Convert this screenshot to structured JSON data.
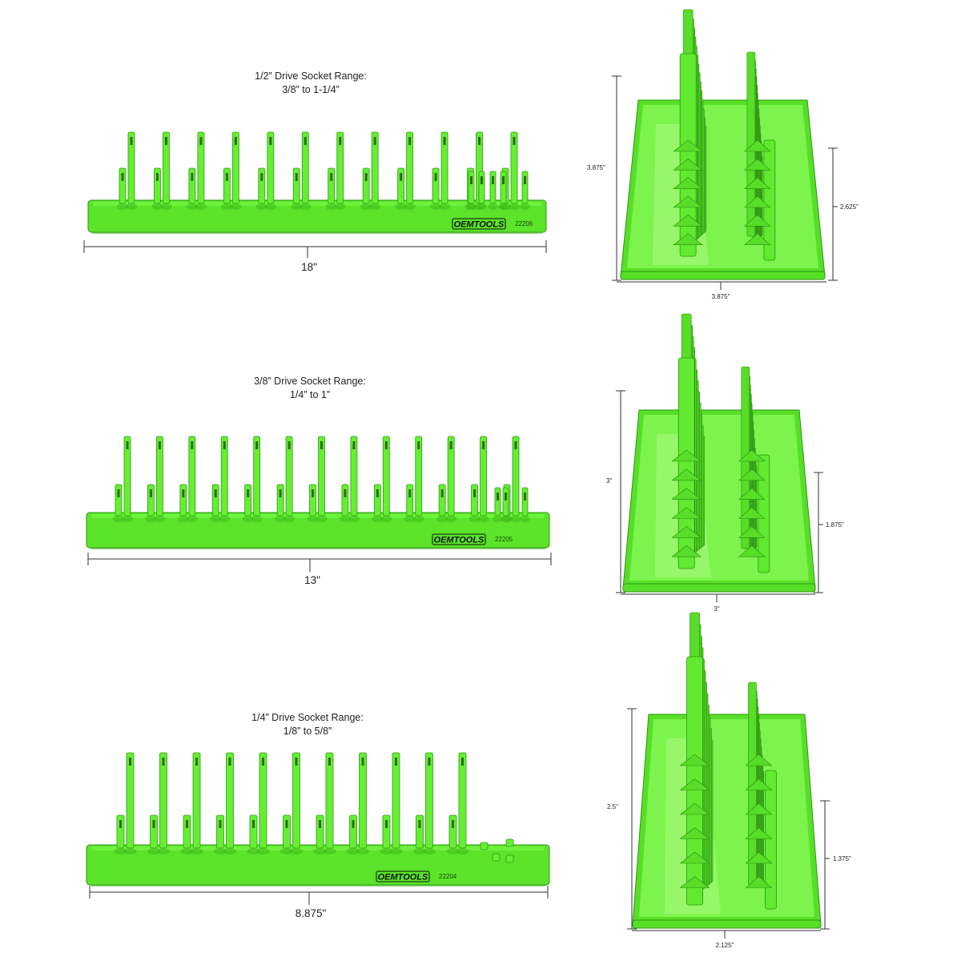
{
  "colors": {
    "tray": "#5be42a",
    "tray_edge": "#2c9612",
    "background": "#ffffff",
    "text": "#222222"
  },
  "racks": [
    {
      "title_line1": "1/2” Drive Socket Range:",
      "title_line2": "3/8” to 1-1/4”",
      "length": "18\"",
      "model": "22206",
      "logo": "OEMTOOLS",
      "side_height": "3.875\"",
      "side_post_height": "2.625\"",
      "side_width": "3.875\""
    },
    {
      "title_line1": "3/8” Drive Socket Range:",
      "title_line2": "1/4” to 1”",
      "length": "13\"",
      "model": "22205",
      "logo": "OEMTOOLS",
      "side_height": "3\"",
      "side_post_height": "1.875\"",
      "side_width": "3\""
    },
    {
      "title_line1": "1/4” Drive Socket Range:",
      "title_line2": "1/8” to 5/8”",
      "length": "8.875\"",
      "model": "22204",
      "logo": "OEMTOOLS",
      "side_height": "2.5\"",
      "side_post_height": "1.375\"",
      "side_width": "2.125\""
    }
  ]
}
